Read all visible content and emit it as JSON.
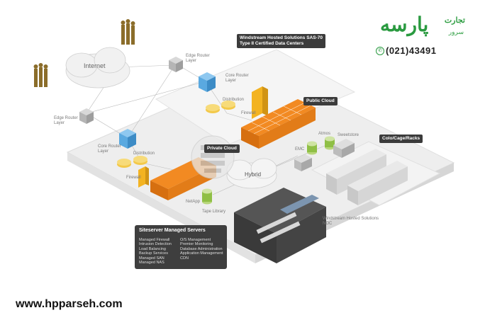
{
  "diagram": {
    "internet": "Internet",
    "hybrid": "Hybrid",
    "edge_router_top": "Edge Router\nLayer",
    "edge_router_left": "Edge Router\nLayer",
    "core_router_top": "Core Router\nLayer",
    "core_router_left": "Core Router\nLayer",
    "distribution_top": "Distribution",
    "distribution_left": "Distribution",
    "firewall_top": "Firewall",
    "firewall_left": "Firewall",
    "atmos": "Atmos",
    "emc": "EMC",
    "sweetstore": "Sweetstore",
    "netapp": "NetApp",
    "tape_library": "Tape Library",
    "noc": "Windstream Hosted Solutions\nNOC",
    "callout_datacenter": "Windstream Hosted Solutions SAS-70\nType II Certified Data Centers",
    "callout_public": "Public Cloud",
    "callout_private": "Private Cloud",
    "callout_colo": "Colo/Cage/Racks"
  },
  "managed_servers": {
    "title": "Siteserver Managed Servers",
    "left": [
      "Managed Firewall",
      "Intrusion Detection",
      "Load Balancing",
      "Backup Services",
      "Managed SAN",
      "Managed NAS"
    ],
    "right": [
      "O/S Management",
      "Premier Monitoring",
      "Database Administration",
      "Application Management",
      "CDN"
    ]
  },
  "logo": {
    "brand": "پارسه",
    "line1": "تجارت",
    "line2": "سرور",
    "phone": "(021)43491"
  },
  "footer": {
    "url": "www.hpparseh.com"
  },
  "colors": {
    "accent": "#f28a22",
    "green": "#2a9a40",
    "cube_blue": "#5aa9e0",
    "gold": "#f3b321"
  }
}
